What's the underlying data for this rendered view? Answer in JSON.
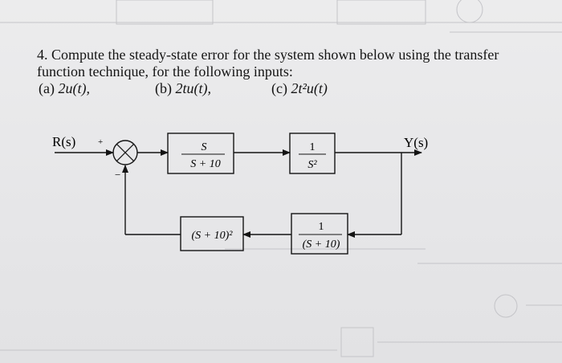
{
  "problem": {
    "number": "4.",
    "text_line1": "Compute the steady-state error for the system shown below using the transfer",
    "text_line2": "function technique, for the following inputs:",
    "inputs": [
      {
        "label": "(a)",
        "expr": "2u(t),"
      },
      {
        "label": "(b)",
        "expr": "2tu(t),"
      },
      {
        "label": "(c)",
        "expr": "2t²u(t)"
      }
    ]
  },
  "diagram": {
    "input_label": "R(s)",
    "output_label": "Y(s)",
    "sum_sign_plus": "+",
    "sum_sign_minus": "−",
    "controller": {
      "num": "S",
      "den": "S + 10"
    },
    "plant": {
      "num": "1",
      "den": "S²"
    },
    "sensor": {
      "num": "1",
      "den": "(S + 10)"
    },
    "feedback_block": "(S + 10)²"
  }
}
